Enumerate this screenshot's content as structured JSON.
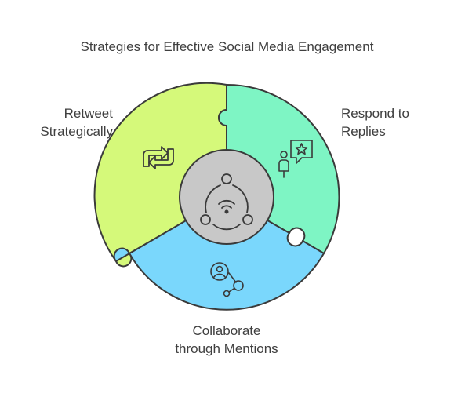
{
  "title": "Strategies for Effective Social Media Engagement",
  "segments": [
    {
      "id": "retweet",
      "lines": [
        "Retweet",
        "Strategically"
      ],
      "color": "#d5f97a",
      "icon": "retweet-icon"
    },
    {
      "id": "respond",
      "lines": [
        "Respond to",
        "Replies"
      ],
      "color": "#7ef5c4",
      "icon": "person-star-speech-icon"
    },
    {
      "id": "collaborate",
      "lines": [
        "Collaborate",
        "through Mentions"
      ],
      "color": "#7ad7fc",
      "icon": "mention-network-icon"
    }
  ],
  "center": {
    "color": "#c8c8c8",
    "icon": "signal-network-icon"
  },
  "stroke_color": "#3a3a3a"
}
